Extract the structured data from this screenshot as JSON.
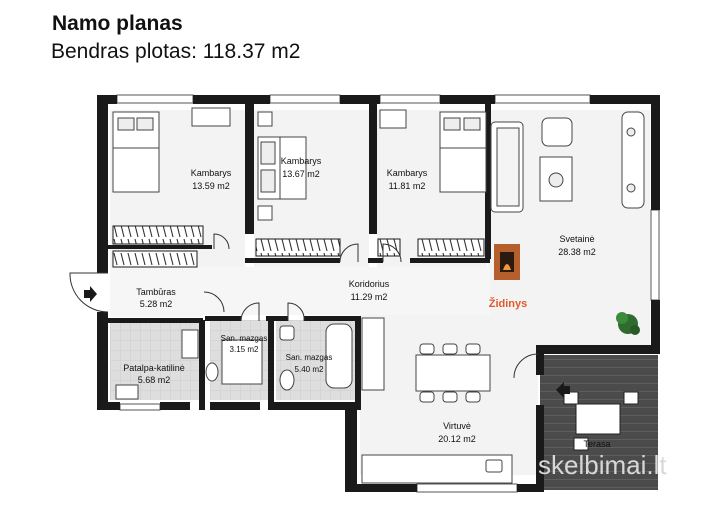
{
  "header": {
    "title": "Namo planas",
    "subtitle": "Bendras plotas: 118.37 m2"
  },
  "rooms": {
    "kambarys1": {
      "name": "Kambarys",
      "area": "13.59 m2"
    },
    "kambarys2": {
      "name": "Kambarys",
      "area": "13.67 m2"
    },
    "kambarys3": {
      "name": "Kambarys",
      "area": "11.81 m2"
    },
    "svetaine": {
      "name": "Svetainė",
      "area": "28.38 m2"
    },
    "tamburas": {
      "name": "Tambūras",
      "area": "5.28 m2"
    },
    "koridorius": {
      "name": "Koridorius",
      "area": "11.29 m2"
    },
    "katiline": {
      "name": "Patalpa-katilinė",
      "area": "5.68 m2"
    },
    "sanmazgas1": {
      "name": "San. mazgas",
      "area": "3.15 m2"
    },
    "sanmazgas2": {
      "name": "San. mazgas",
      "area": "5.40 m2"
    },
    "virtuve": {
      "name": "Virtuvė",
      "area": "20.12 m2"
    },
    "terasa": {
      "name": "Terasa",
      "area": ""
    }
  },
  "fireplace": {
    "label": "Židinys"
  },
  "watermark": {
    "text": "skelbimai.lt"
  },
  "colors": {
    "wall": "#1a1a1a",
    "floor_light": "#f2f2f2",
    "tile": "#dcdcdc",
    "terrace": "#4a4a4a",
    "fire_accent": "#e2592b",
    "fireplace_body": "#b5602c"
  }
}
